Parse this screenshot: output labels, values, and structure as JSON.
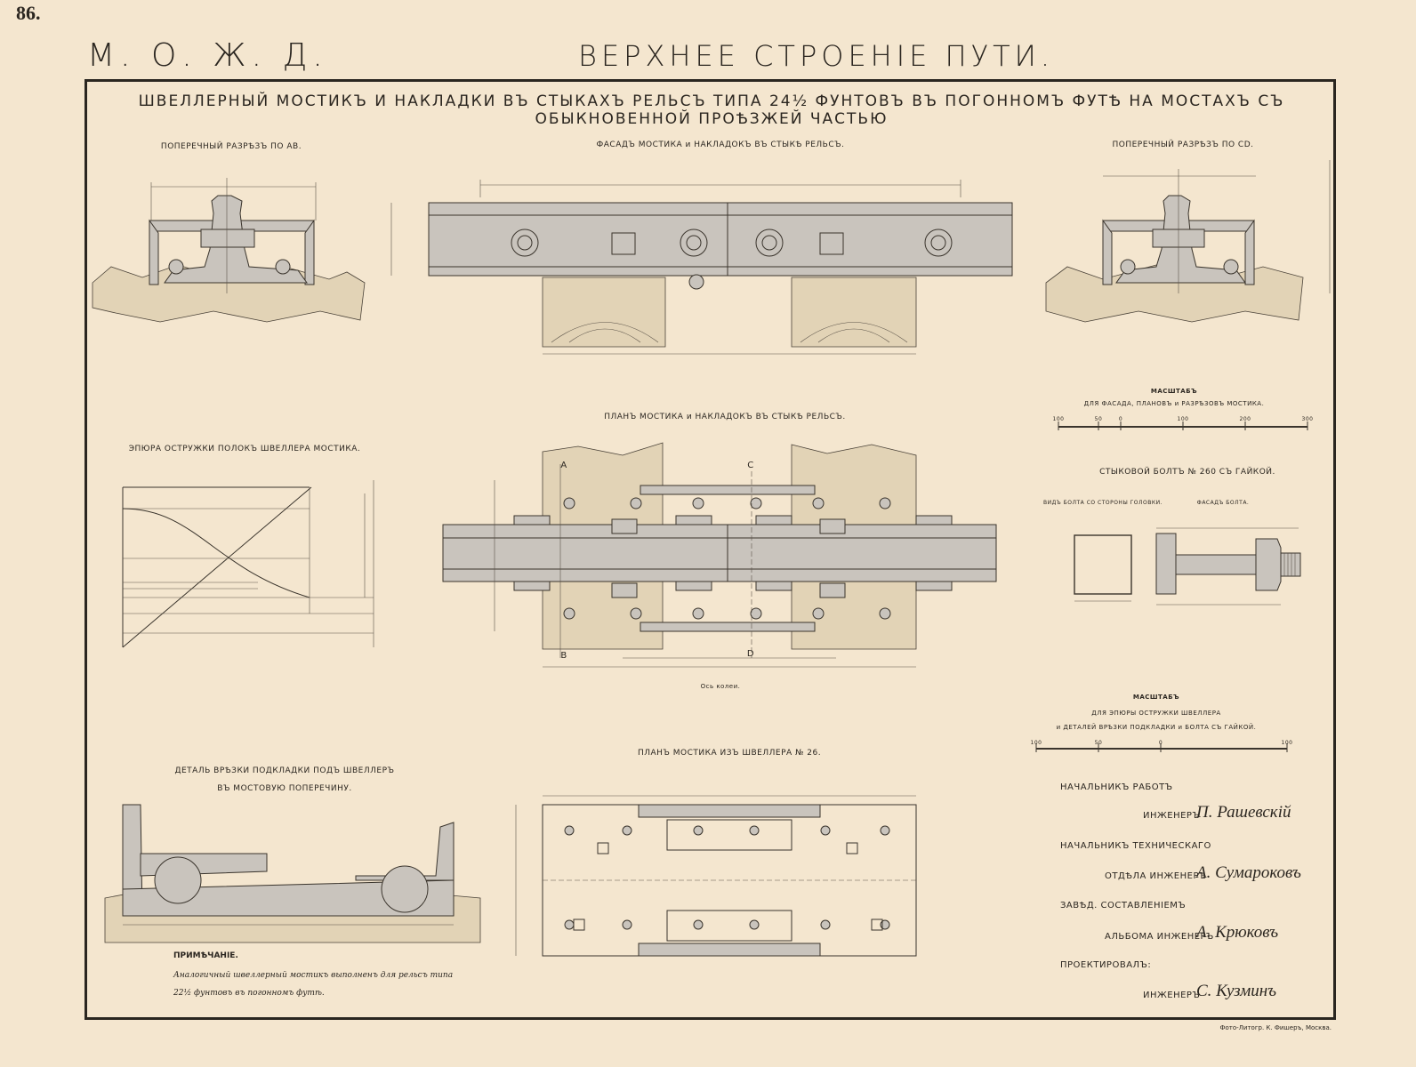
{
  "header": {
    "page_number": "86.",
    "organization": "М. О. Ж. Д.",
    "title": "ВЕРХНЕЕ СТРОЕНІЕ ПУТИ.",
    "subtitle": "ШВЕЛЛЕРНЫЙ МОСТИКЪ И НАКЛАДКИ ВЪ СТЫКАХЪ РЕЛЬСЪ ТИПА 24½ ФУНТОВЪ ВЪ ПОГОННОМЪ ФУТѢ НА МОСТАХЪ СЪ ОБЫКНОВЕННОЙ ПРОѢЗЖЕЙ ЧАСТЬЮ"
  },
  "captions": {
    "section_ab": "ПОПЕРЕЧНЫЙ РАЗРѢЗЪ ПО АВ.",
    "facade": "ФАСАДЪ МОСТИКА и НАКЛАДОКЪ ВЪ СТЫКѢ РЕЛЬСЪ.",
    "section_cd": "ПОПЕРЕЧНЫЙ РАЗРѢЗЪ ПО CD.",
    "plan_joint": "ПЛАНЪ МОСТИКА и НАКЛАДОКЪ ВЪ СТЫКѢ РЕЛЬСЪ.",
    "epura": "ЭПЮРА ОСТРУЖКИ ПОЛОКЪ ШВЕЛЛЕРА МОСТИКА.",
    "bolt": "СТЫКОВОЙ БОЛТЪ № 260 СЪ ГАЙКОЙ.",
    "bolt_head_view": "ВИДЪ БОЛТА СО СТОРОНЫ ГОЛОВКИ.",
    "bolt_facade": "ФАСАДЪ БОЛТА.",
    "plan_channel": "ПЛАНЪ МОСТИКА ИЗЪ ШВЕЛЛЕРА № 26.",
    "detail_line1": "ДЕТАЛЬ ВРѢЗКИ ПОДКЛАДКИ ПОДЪ ШВЕЛЛЕРЪ",
    "detail_line2": "ВЪ МОСТОВУЮ ПОПЕРЕЧИНУ.",
    "axis_track": "Ось колеи."
  },
  "scales": {
    "scale1_title": "МАСШТАБЪ",
    "scale1_text": "ДЛЯ ФАСАДА, ПЛАНОВЪ и РАЗРѢЗОВЪ МОСТИКА.",
    "scale1_ticks": [
      "100",
      "50",
      "0",
      "100",
      "200",
      "300"
    ],
    "scale2_title": "МАСШТАБЪ",
    "scale2_line1": "ДЛЯ ЭПЮРЫ ОСТРУЖКИ ШВЕЛЛЕРА",
    "scale2_line2": "и ДЕТАЛЕЙ ВРѢЗКИ ПОДКЛАДКИ и БОЛТА СЪ ГАЙКОЙ.",
    "scale2_ticks": [
      "100",
      "50",
      "0",
      "100"
    ]
  },
  "points": {
    "a": "A",
    "b": "B",
    "c": "C",
    "d": "D"
  },
  "note": {
    "title": "ПРИМѢЧАНІЕ.",
    "line1": "Аналогичный швеллерный мостикъ выполненъ для рельсъ типа",
    "line2": "22½ фунтовъ въ погонномъ футѣ."
  },
  "signatures": {
    "chief_works_label": "НАЧАЛЬНИКЪ РАБОТЪ",
    "engineer1_label": "ИНЖЕНЕРЪ",
    "engineer1_name": "П. Рашевскій",
    "chief_tech_label": "НАЧАЛЬНИКЪ ТЕХНИЧЕСКАГО",
    "dept_engineer_label": "ОТДѢЛА ИНЖЕНЕРЪ",
    "engineer2_name": "А. Сумароковъ",
    "album_head_label": "ЗАВѢД. СОСТАВЛЕНІЕМЪ",
    "album_engineer_label": "АЛЬБОМА ИНЖЕНЕРЪ",
    "engineer3_name": "А. Крюковъ",
    "designed_label": "ПРОЕКТИРОВАЛЪ:",
    "engineer4_label": "ИНЖЕНЕРЪ",
    "engineer4_name": "С. Кузминъ"
  },
  "footer": {
    "printer": "Фото-Литогр. К. Фишеръ, Москва."
  }
}
